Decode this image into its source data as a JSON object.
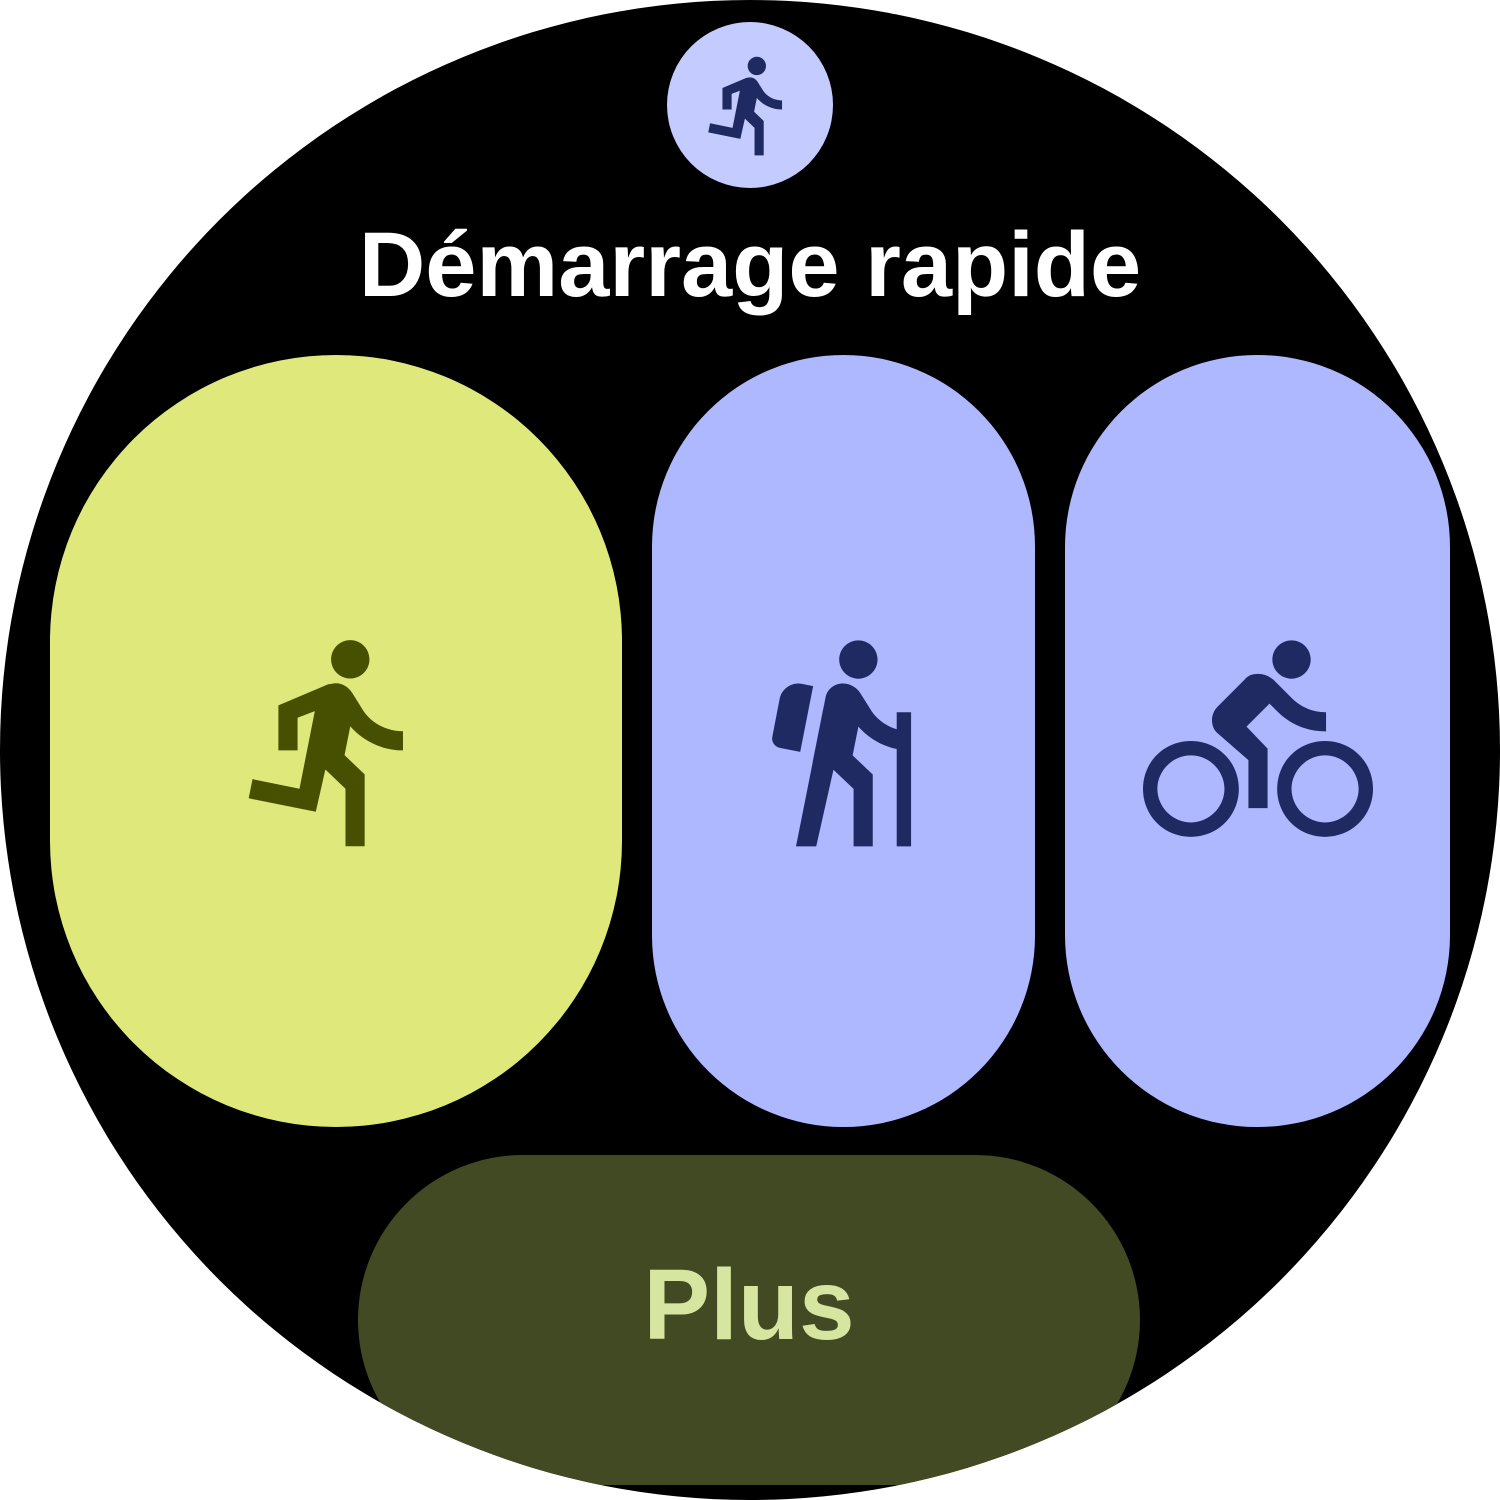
{
  "header": {
    "icon": "run-icon",
    "title": "Démarrage rapide"
  },
  "activities": [
    {
      "name": "run",
      "icon": "run-icon"
    },
    {
      "name": "hike",
      "icon": "hiking-icon"
    },
    {
      "name": "bike",
      "icon": "bike-icon"
    }
  ],
  "more_button": {
    "label": "Plus"
  },
  "colors": {
    "run": "#dfe97b",
    "other": "#adb8ff",
    "more": "#424a24",
    "more_text": "#d6e5a0",
    "top_icon": "#c4cbff"
  }
}
